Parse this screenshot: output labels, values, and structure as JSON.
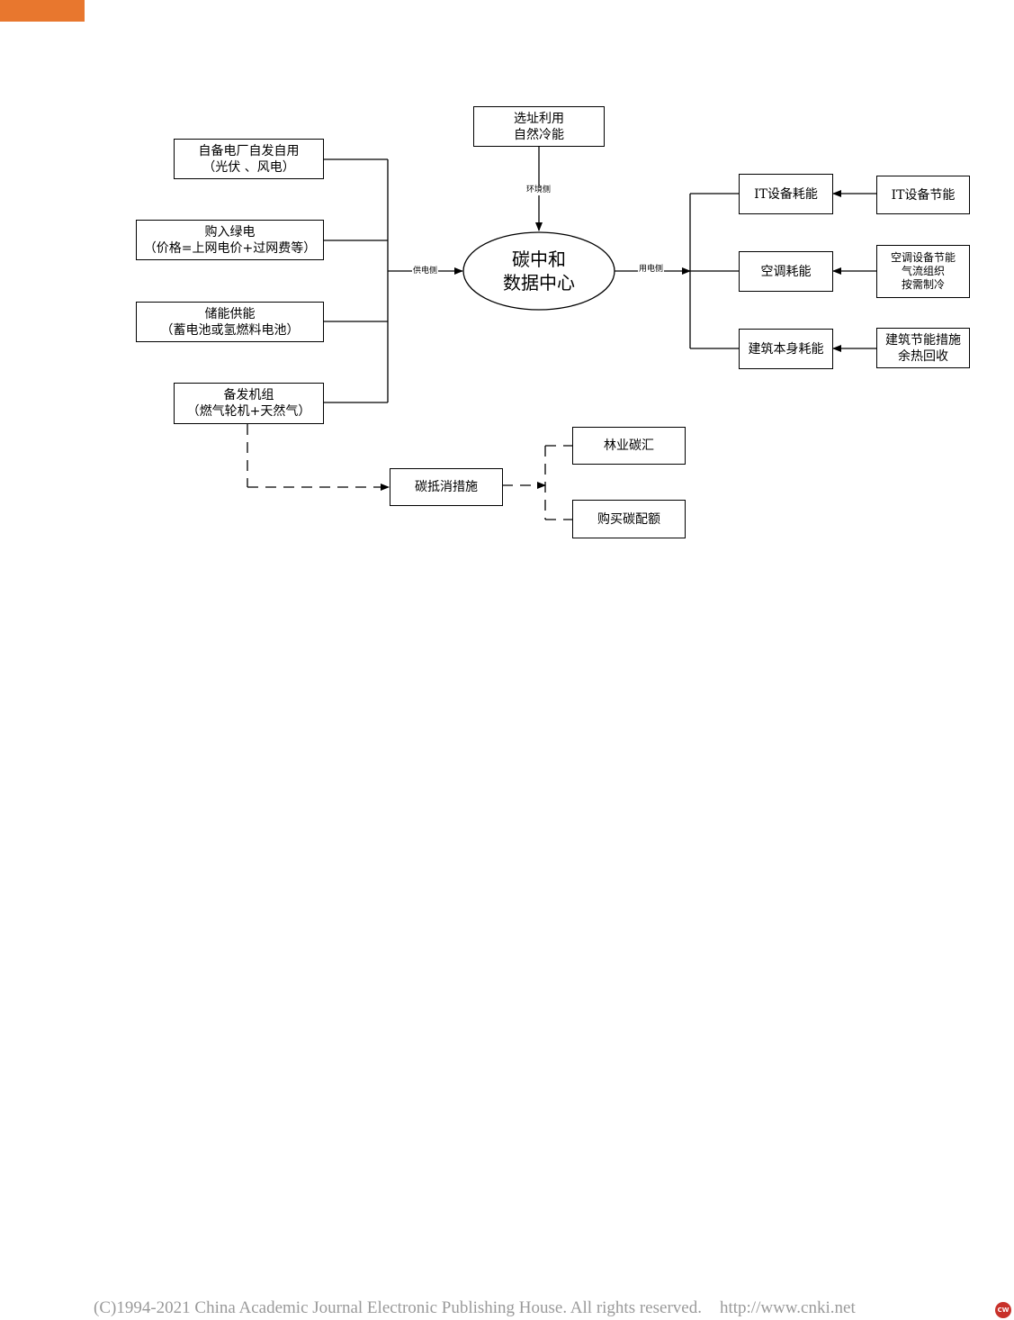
{
  "diagram": {
    "center": {
      "line1": "碳中和",
      "line2": "数据中心"
    },
    "top_node": {
      "line1": "选址利用",
      "line2": "自然冷能"
    },
    "edge_labels": {
      "environment": "环境侧",
      "supply": "供电侧",
      "demand": "用电侧"
    },
    "supply_nodes": [
      {
        "line1": "自备电厂自发自用",
        "line2": "（光伏 、风电）"
      },
      {
        "line1": "购入绿电",
        "line2": "（价格=上网电价+过网费等）"
      },
      {
        "line1": "储能供能",
        "line2": "（蓄电池或氢燃料电池）"
      },
      {
        "line1": "备发机组",
        "line2": "（燃气轮机+天然气）"
      }
    ],
    "demand_nodes": [
      "IT设备耗能",
      "空调耗能",
      "建筑本身耗能"
    ],
    "saving_nodes": [
      {
        "lines": [
          "IT设备节能"
        ]
      },
      {
        "lines": [
          "空调设备节能",
          "气流组织",
          "按需制冷"
        ]
      },
      {
        "lines": [
          "建筑节能措施",
          "余热回收"
        ]
      }
    ],
    "offset_node": "碳抵消措施",
    "offset_options": [
      "林业碳汇",
      "购买碳配额"
    ]
  },
  "footer": {
    "copyright": "(C)1994-2021 China Academic Journal Electronic Publishing House. All rights reserved.",
    "url": "http://www.cnki.net"
  }
}
